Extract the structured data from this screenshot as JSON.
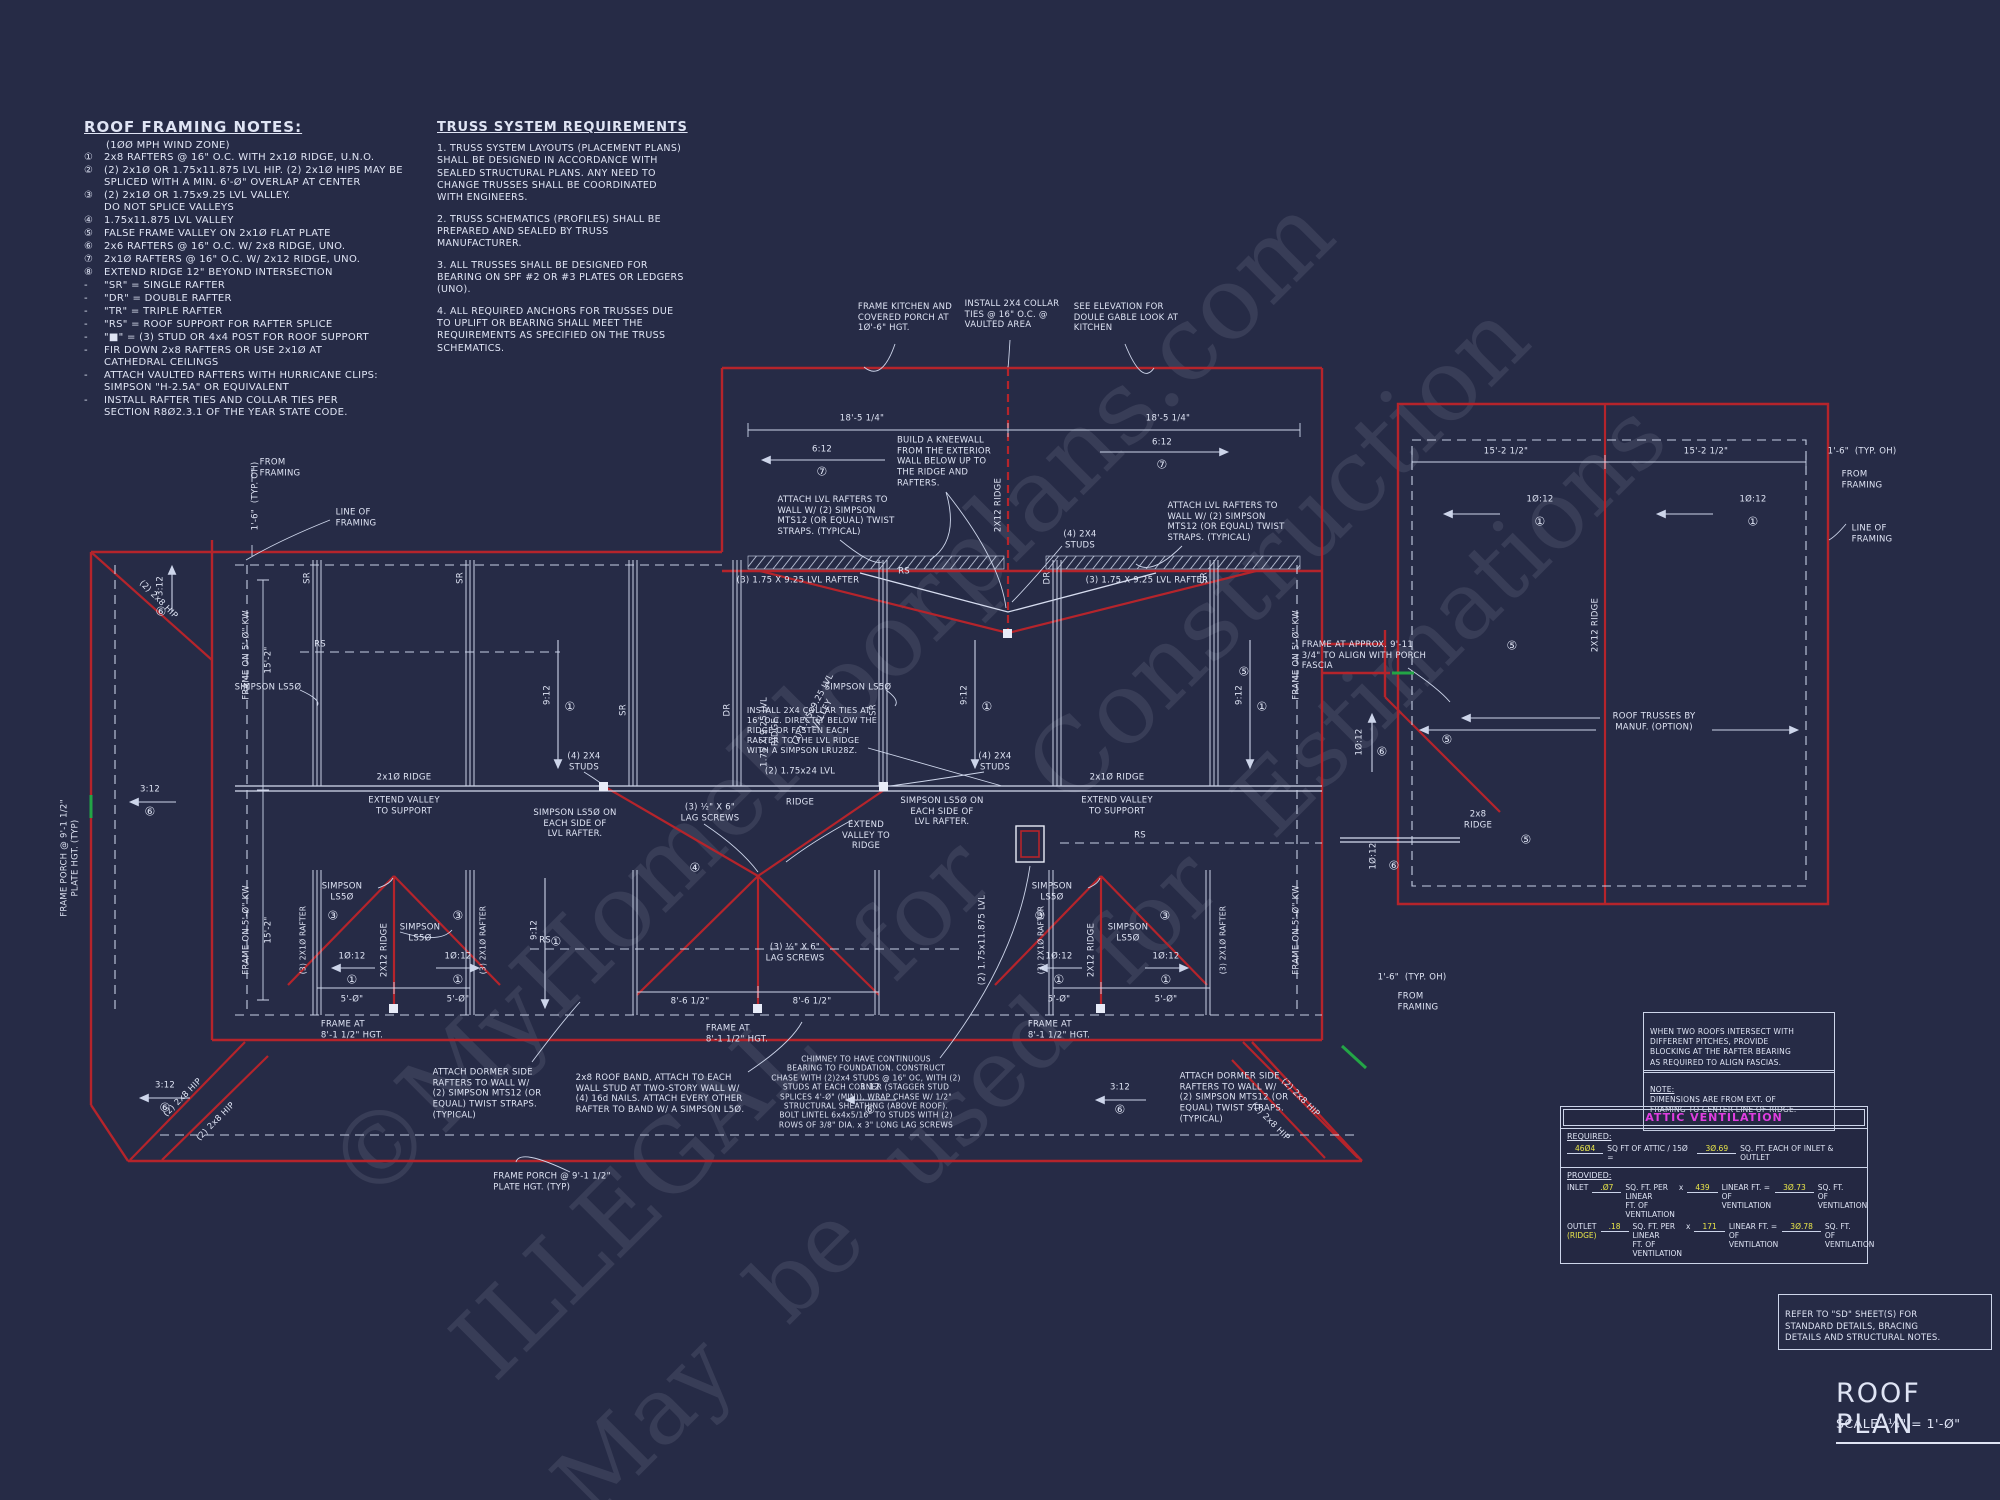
{
  "sheet": {
    "bg": "#262b46",
    "line": "#d6dcef",
    "red": "#b5242b",
    "green": "#23a546",
    "magenta": "#e03ee0",
    "yellow": "#e9e64a"
  },
  "watermarks": {
    "line1": "©MyHomeFloorplans.com",
    "line2": "ILLEGAL for Construction",
    "line3": "May be used for Estimations"
  },
  "framing_notes": {
    "title": "ROOF FRAMING NOTES:",
    "subtitle": "(1ØØ MPH WIND ZONE)",
    "items": [
      {
        "n": "①",
        "t": "2x8 RAFTERS @ 16\" O.C. WITH 2x1Ø RIDGE, U.N.O."
      },
      {
        "n": "②",
        "t": "(2) 2x1Ø OR 1.75x11.875 LVL HIP. (2) 2x1Ø HIPS MAY BE\nSPLICED WITH A MIN. 6'-Ø\" OVERLAP AT CENTER"
      },
      {
        "n": "③",
        "t": "(2) 2x1Ø OR 1.75x9.25 LVL VALLEY.\nDO NOT SPLICE VALLEYS"
      },
      {
        "n": "④",
        "t": "1.75x11.875 LVL VALLEY"
      },
      {
        "n": "⑤",
        "t": "FALSE FRAME VALLEY ON 2x1Ø FLAT PLATE"
      },
      {
        "n": "⑥",
        "t": "2x6 RAFTERS @ 16\" O.C. W/ 2x8 RIDGE, UNO."
      },
      {
        "n": "⑦",
        "t": "2x1Ø RAFTERS @ 16\" O.C. W/ 2x12 RIDGE, UNO."
      },
      {
        "n": "⑧",
        "t": "EXTEND RIDGE 12\" BEYOND INTERSECTION"
      },
      {
        "n": "-",
        "t": "\"SR\" = SINGLE RAFTER"
      },
      {
        "n": "-",
        "t": "\"DR\" = DOUBLE RAFTER"
      },
      {
        "n": "-",
        "t": "\"TR\" = TRIPLE RAFTER"
      },
      {
        "n": "-",
        "t": "\"RS\" = ROOF SUPPORT FOR RAFTER SPLICE"
      },
      {
        "n": "-",
        "t": "\"■\" = (3) STUD OR 4x4 POST FOR ROOF SUPPORT"
      },
      {
        "n": "-",
        "t": "FIR DOWN 2x8 RAFTERS OR USE 2x1Ø AT\nCATHEDRAL CEILINGS"
      },
      {
        "n": "-",
        "t": "ATTACH VAULTED RAFTERS WITH HURRICANE CLIPS:\nSIMPSON \"H-2.5A\" OR EQUIVALENT"
      },
      {
        "n": "-",
        "t": "INSTALL RAFTER TIES AND COLLAR TIES PER\nSECTION R8Ø2.3.1 OF THE YEAR STATE CODE."
      }
    ]
  },
  "truss_requirements": {
    "title": "TRUSS SYSTEM REQUIREMENTS",
    "paragraphs": [
      "1. TRUSS SYSTEM LAYOUTS (PLACEMENT PLANS)\nSHALL BE DESIGNED IN ACCORDANCE WITH\nSEALED STRUCTURAL PLANS. ANY NEED TO\nCHANGE TRUSSES SHALL BE COORDINATED\nWITH  ENGINEERS.",
      "2. TRUSS SCHEMATICS (PROFILES) SHALL BE\nPREPARED AND SEALED BY TRUSS\nMANUFACTURER.",
      "3. ALL TRUSSES SHALL BE DESIGNED FOR\nBEARING ON SPF #2 OR #3 PLATES OR LEDGERS\n(UNO).",
      "4. ALL REQUIRED ANCHORS FOR TRUSSES DUE\nTO UPLIFT OR BEARING SHALL MEET THE\nREQUIREMENTS AS SPECIFIED ON THE TRUSS\nSCHEMATICS."
    ]
  },
  "callouts": {
    "frame_kitchen": "FRAME KITCHEN AND\nCOVERED PORCH AT\n1Ø'-6\" HGT.",
    "collar_ties_vaulted": "INSTALL 2X4 COLLAR\nTIES @ 16\" O.C. @\nVAULTED AREA",
    "see_elevation": "SEE ELEVATION FOR\nDOULE GABLE LOOK AT\nKITCHEN",
    "kneewall": "BUILD A KNEEWALL\nFROM THE EXTERIOR\nWALL BELOW UP TO\nTHE RIDGE AND\nRAFTERS.",
    "attach_lvl": "ATTACH LVL RAFTERS TO\nWALL W/ (2) SIMPSON\nMTS12 (OR EQUAL) TWIST\nSTRAPS. (TYPICAL)",
    "lvl_rafter3": "(3) 1.75 X 9.25 LVL RAFTER",
    "studs4": "(4) 2X4\nSTUDS",
    "collar_ties_ridge": "INSTALL 2X4 COLLAR TIES AT\n16\" O.C. DIRECTLY BELOW THE\nRIDGE OR FASTEN EACH\nRAFTER TO THE LVL RIDGE\nWITH A SIMPSON LRU28Z.",
    "lvl_ridge24_a": "(2) 1.75x24 LVL",
    "lvl_ridge24_b": "RIDGE",
    "lag_screws": "(3) ½\" X 6\"\nLAG SCREWS",
    "ls50_lvl": "SIMPSON LS5Ø ON\nEACH SIDE OF\nLVL RAFTER.",
    "extend_valley_ridge": "EXTEND\nVALLEY TO\nRIDGE",
    "extend_valley_support": "EXTEND VALLEY\nTO SUPPORT",
    "ridge_2x10": "2x1Ø RIDGE",
    "simpson_ls50": "SIMPSON\nLS5Ø",
    "simpson_ls50_inline": "SIMPSON LS5Ø",
    "rafter_2x10_3": "(3) 2X1Ø RAFTER",
    "frame_at_8": "FRAME AT\n8'-1 1/2\" HGT.",
    "ridge_2x12": "2X12 RIDGE",
    "valley_lvl": "(2) 1.75x9.25 LVL\nVALLEY",
    "lvl_11875": "(2) 1.75x11.875 LVL",
    "ridge_925": "1.75 X 9.25 LVL\nRIDGE",
    "dormer_note": "ATTACH DORMER SIDE\nRAFTERS TO WALL W/\n(2) SIMPSON MTS12 (OR\nEQUAL) TWIST STRAPS.\n(TYPICAL)",
    "roof_band_note": "2x8 ROOF BAND, ATTACH TO EACH\nWALL STUD AT TWO-STORY WALL W/\n(4) 16d NAILS. ATTACH EVERY OTHER\nRAFTER TO BAND W/ A SIMPSON L5Ø.",
    "chimney_note": "CHIMNEY TO HAVE CONTINUOUS\nBEARING TO FOUNDATION. CONSTRUCT\nCHASE WITH (2)2x4 STUDS @ 16\" OC, WITH (2)\nSTUDS AT EACH CORNER (STAGGER STUD\nSPLICES 4'-Ø\" (MIN)). WRAP CHASE W/ 1/2\"\nSTRUCTURAL SHEATHING (ABOVE ROOF).\nBOLT LINTEL 6x4x5/16\" TO STUDS WITH (2)\nROWS OF 3/8\" DIA. x 3\" LONG LAG SCREWS",
    "frame_porch": "FRAME PORCH @ 9'-1 1/2\"\nPLATE HGT. (TYP)",
    "frame_on_kw": "FRAME ON 5'-Ø\" KW",
    "hip_2x8": "(2) 2x8 HIP",
    "roof_trusses": "ROOF TRUSSES BY\nMANUF. (OPTION)",
    "frame_approx": "FRAME AT APPROX. 9'-11\n3/4\" TO ALIGN WITH PORCH\nFASCIA",
    "ridge_2x8": "2x8\nRIDGE",
    "line_of_framing": "LINE OF\nFRAMING",
    "typ_oh": "1'-6\"  (TYP. OH)",
    "from_framing": "FROM\nFRAMING"
  },
  "dims": {
    "d18_5": "18'-5 1/4\"",
    "d15_2h": "15'-2 1/2\"",
    "d15_2": "15'-2\"",
    "d5_0": "5'-Ø\"",
    "d8_6": "8'-6 1/2\""
  },
  "pitch": {
    "p3": "3:12",
    "p6": "6:12",
    "p9": "9:12",
    "p10": "1Ø:12"
  },
  "tags": {
    "sr": "SR",
    "dr": "DR",
    "rs": "RS"
  },
  "sym": {
    "c1": "①",
    "c3": "③",
    "c4": "④",
    "c5": "⑤",
    "c6": "⑥",
    "c7": "⑦"
  },
  "boxes": {
    "intersect": "WHEN TWO ROOFS INTERSECT WITH\nDIFFERENT PITCHES, PROVIDE\nBLOCKING AT THE RAFTER BEARING\nAS REQUIRED TO ALIGN FASCIAS.",
    "note_title": "NOTE:",
    "note_body": "DIMENSIONS ARE FROM EXT. OF\nFRAMING TO CENTER LINE OF RIDGE.",
    "refer": "REFER TO \"SD\"  SHEET(S) FOR\nSTANDARD DETAILS, BRACING\nDETAILS AND STRUCTURAL NOTES."
  },
  "attic": {
    "title": "ATTIC VENTILATION",
    "required_heading": "REQUIRED:",
    "req_value": "46Ø4",
    "req_mid": "SQ FT OF ATTIC / 15Ø =",
    "req_result": "3Ø.69",
    "req_tail": "SQ. FT. EACH OF INLET & OUTLET",
    "provided_heading": "PROVIDED:",
    "inlet_label": "INLET",
    "inlet_rate": ".Ø7",
    "outlet_label": "OUTLET",
    "outlet_sub": "(RIDGE)",
    "outlet_rate": ".18",
    "rate_unit": "SQ. FT. PER LINEAR\nFT. OF VENTILATION",
    "times": "x",
    "inlet_lf": "439",
    "outlet_lf": "171",
    "lf_unit": "LINEAR FT. =\nOF VENTILATION",
    "inlet_result": "3Ø.73",
    "outlet_result": "3Ø.78",
    "result_unit": "SQ. FT.\nOF VENTILATION"
  },
  "titleblock": {
    "title": "ROOF PLAN",
    "scale": "SCALE: ¼\" = 1'-Ø\""
  }
}
